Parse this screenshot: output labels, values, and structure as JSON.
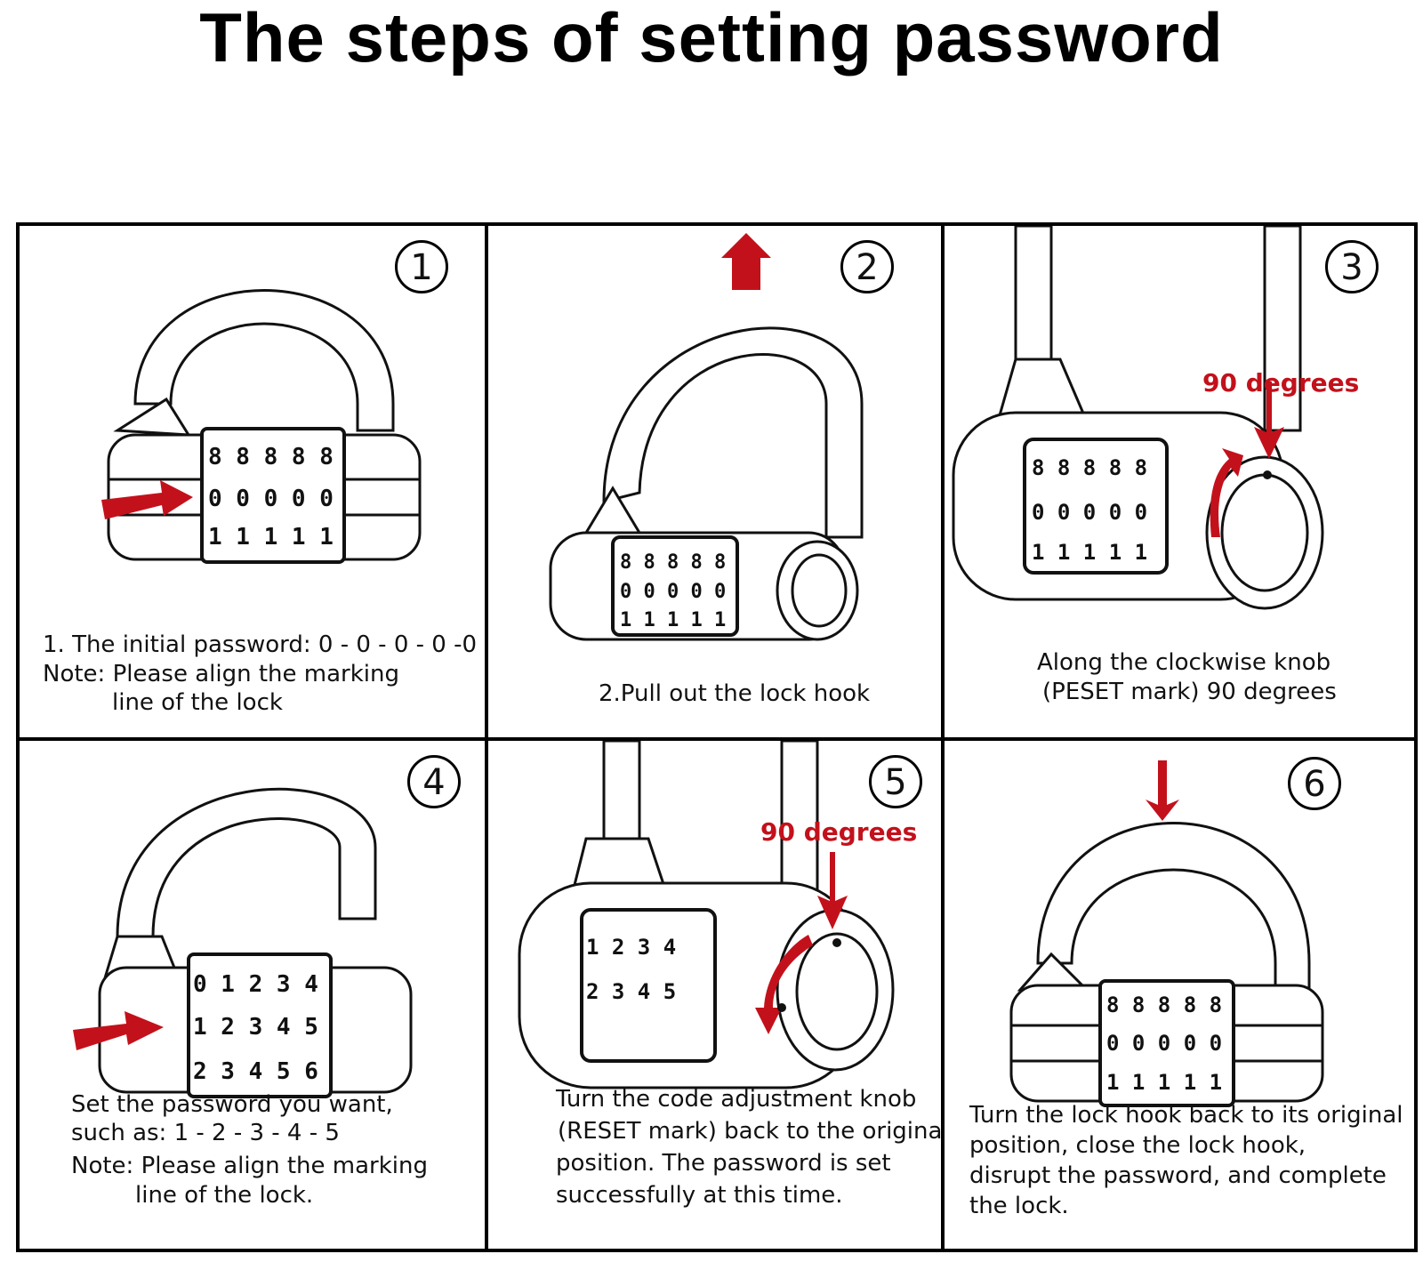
{
  "title": "The steps of setting password",
  "colors": {
    "accent_red": "#c3111b",
    "line": "#111111"
  },
  "steps": [
    {
      "number": "1",
      "lines": [
        "1. The initial password: 0 - 0 - 0 - 0 -0",
        "Note: Please align the marking",
        "line of the lock"
      ]
    },
    {
      "number": "2",
      "lines": [
        "2.Pull out the lock hook"
      ]
    },
    {
      "number": "3",
      "lines": [
        "Along the clockwise knob",
        "(PESET mark) 90 degrees"
      ],
      "callout": "90 degrees"
    },
    {
      "number": "4",
      "lines": [
        "Set the password you want,",
        "such as: 1 - 2 - 3 - 4 - 5",
        "Note: Please align the marking",
        "line of the lock."
      ]
    },
    {
      "number": "5",
      "lines": [
        "Turn the code adjustment knob",
        "(RESET mark) back to the original",
        "position. The password is set",
        "successfully at this time."
      ],
      "callout": "90 degrees"
    },
    {
      "number": "6",
      "lines": [
        "Turn the lock hook back to its original",
        "position, close the lock hook,",
        "disrupt the password, and complete",
        "the lock."
      ]
    }
  ]
}
